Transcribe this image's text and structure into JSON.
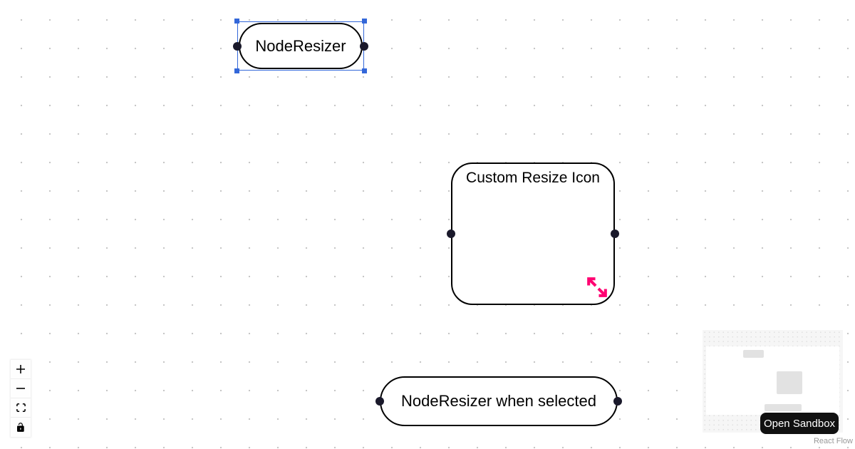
{
  "canvas": {
    "background_pattern": "dots",
    "nodes": [
      {
        "label": "NodeResizer",
        "selected": true,
        "shape": "pill"
      },
      {
        "label": "Custom Resize Icon",
        "selected": false,
        "shape": "rounded-rect",
        "resize_icon": "diagonal-double-arrow"
      },
      {
        "label": "NodeResizer when selected",
        "selected": false,
        "shape": "pill"
      }
    ]
  },
  "controls": {
    "buttons": [
      {
        "name": "zoom-in",
        "icon": "plus-icon"
      },
      {
        "name": "zoom-out",
        "icon": "minus-icon"
      },
      {
        "name": "fit-view",
        "icon": "fit-view-icon"
      },
      {
        "name": "toggle-interactivity",
        "icon": "lock-icon"
      }
    ]
  },
  "minimap": {
    "visible_nodes": 3,
    "has_viewport_rect": true
  },
  "sandbox": {
    "label": "Open Sandbox"
  },
  "attribution": {
    "label": "React Flow"
  },
  "colors": {
    "selection_blue": "#3367d9",
    "resize_icon_pink": "#ff0071",
    "node_border": "#000000",
    "connection_handle": "#1a192b",
    "canvas_dot": "#c7c7c7",
    "sandbox_button_bg": "#111111",
    "minimap_bg": "#f6f6f6"
  }
}
